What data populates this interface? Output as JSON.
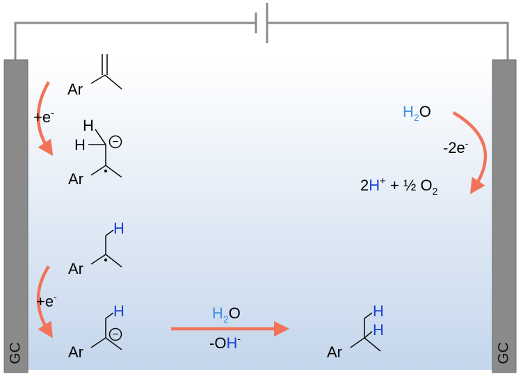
{
  "electrodes": {
    "left_label": "GC",
    "right_label": "GC"
  },
  "colors": {
    "arrow": "#f2735a",
    "hydrogen": "#1a3fd6",
    "water_h": "#3f8fe0",
    "electrode": "#8a8a8a",
    "wire": "#8a8a8a",
    "electrolyte_top": "#ffffff",
    "electrolyte_bottom": "#c4d6ec"
  },
  "cathode": {
    "step1_label": "+e",
    "step1_sup": "-",
    "step2_label": "+e",
    "step2_sup": "-"
  },
  "molecules": {
    "alkene": {
      "ar": "Ar"
    },
    "radical_anion": {
      "ar": "Ar",
      "h1": "H",
      "h2": "H",
      "charge": "−"
    },
    "radical": {
      "ar": "Ar",
      "h": "H"
    },
    "anion": {
      "ar": "Ar",
      "h": "H",
      "charge": "−"
    },
    "product": {
      "ar": "Ar",
      "h1": "H",
      "h2": "H"
    }
  },
  "protonation": {
    "reagent_h": "H",
    "reagent_sub": "2",
    "reagent_o": "O",
    "byproduct_minus": "-O",
    "byproduct_h": "H",
    "byproduct_sup": "-"
  },
  "anode": {
    "water_h": "H",
    "water_sub": "2",
    "water_o": "O",
    "electrons_label": "-2e",
    "electrons_sup": "-",
    "products_2": "2",
    "products_h": "H",
    "products_plus": "+",
    "products_rest": " + ½ O",
    "products_sub": "2"
  }
}
